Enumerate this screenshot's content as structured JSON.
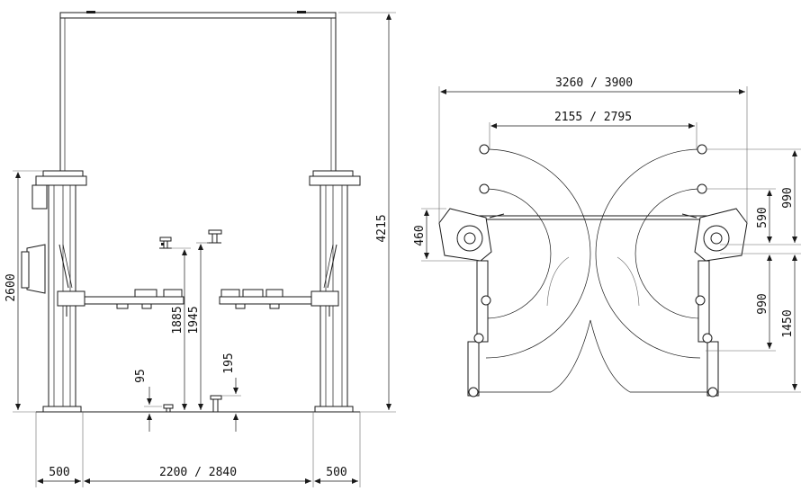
{
  "front_view": {
    "dimensions": {
      "total_height": "4215",
      "column_height": "2600",
      "arm_height_a": "1885",
      "arm_height_b": "1945",
      "pad_low_a": "95",
      "pad_low_b": "195",
      "base_left": "500",
      "base_right": "500",
      "inner_width": "2200 / 2840"
    }
  },
  "top_view": {
    "dimensions": {
      "outer_width": "3260 / 3900",
      "inner_width": "2155 / 2795",
      "column_depth": "460",
      "offset_590": "590",
      "arm_990_upper": "990",
      "arm_990_lower": "990",
      "arm_1450": "1450"
    }
  }
}
